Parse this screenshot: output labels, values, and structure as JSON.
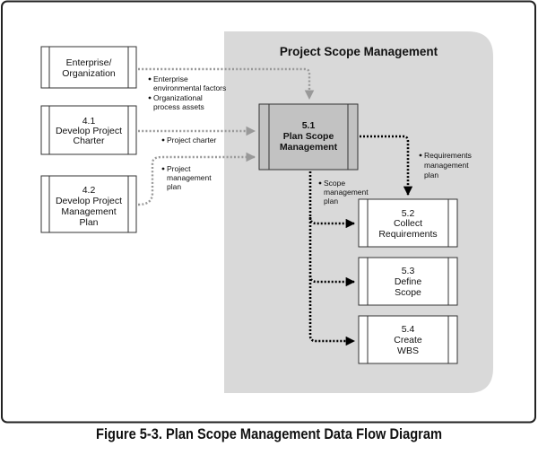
{
  "figure": {
    "caption": "Figure 5-3. Plan Scope Management Data Flow Diagram"
  },
  "group": {
    "title": "Project Scope Management"
  },
  "colors": {
    "group_fill": "#d9d9d9",
    "main_process_fill": "#c2c2c2",
    "external_arrow": "#999999",
    "internal_arrow": "#000000",
    "frame": "#222222"
  },
  "external_inputs": [
    {
      "id": "enterprise",
      "lines": [
        "Enterprise/",
        "Organization"
      ]
    },
    {
      "id": "4.1",
      "lines": [
        "4.1",
        "Develop Project",
        "Charter"
      ]
    },
    {
      "id": "4.2",
      "lines": [
        "4.2",
        "Develop Project",
        "Management",
        "Plan"
      ]
    }
  ],
  "main_process": {
    "id": "5.1",
    "lines": [
      "5.1",
      "Plan Scope",
      "Management"
    ]
  },
  "downstream_processes": [
    {
      "id": "5.2",
      "lines": [
        "5.2",
        "Collect",
        "Requirements"
      ]
    },
    {
      "id": "5.3",
      "lines": [
        "5.3",
        "Define",
        "Scope"
      ]
    },
    {
      "id": "5.4",
      "lines": [
        "5.4",
        "Create",
        "WBS"
      ]
    }
  ],
  "flow_labels": {
    "enterprise": [
      {
        "bullet": true,
        "lines": [
          "Enterprise",
          "environmental factors"
        ]
      },
      {
        "bullet": true,
        "lines": [
          "Organizational",
          "process assets"
        ]
      }
    ],
    "charter": [
      {
        "bullet": true,
        "lines": [
          "Project charter"
        ]
      }
    ],
    "pmp": [
      {
        "bullet": true,
        "lines": [
          "Project",
          "management",
          "plan"
        ]
      }
    ],
    "requirements_plan": [
      {
        "bullet": true,
        "lines": [
          "Requirements",
          "management",
          "plan"
        ]
      }
    ],
    "scope_plan": [
      {
        "bullet": true,
        "lines": [
          "Scope",
          "management",
          "plan"
        ]
      }
    ]
  }
}
